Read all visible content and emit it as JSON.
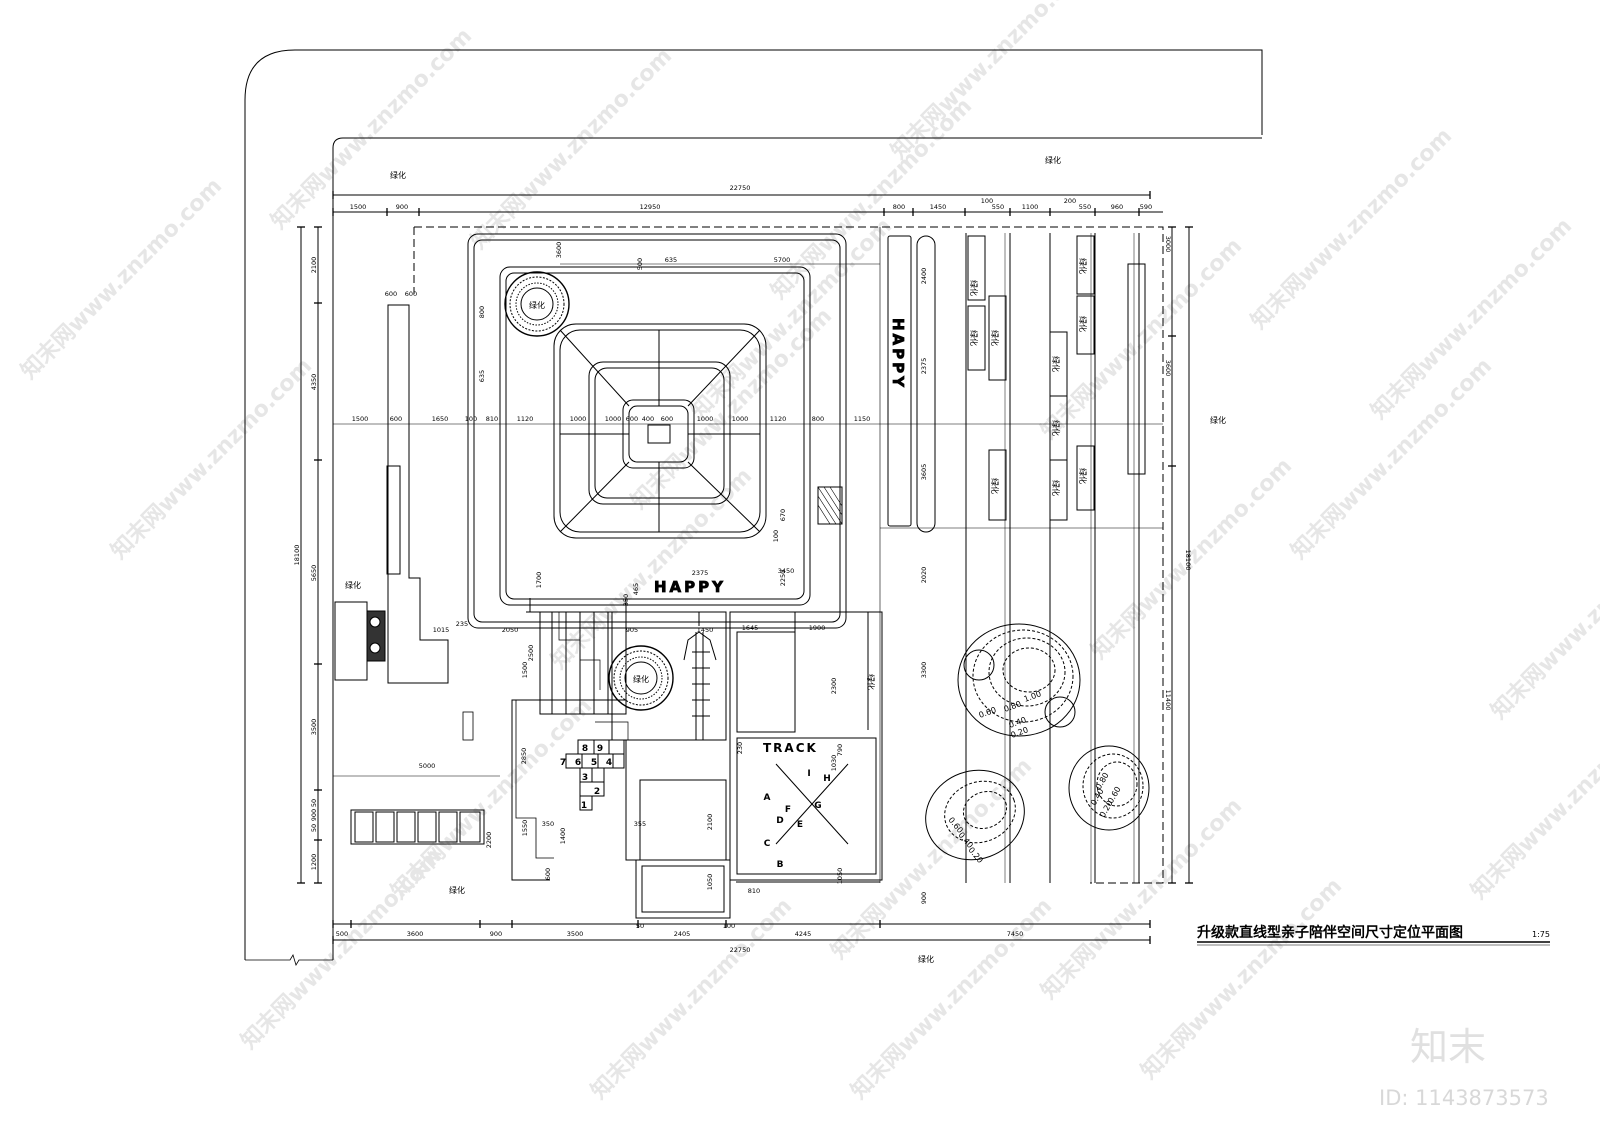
{
  "title": {
    "text": "升级款直线型亲子陪伴空间尺寸定位平面图",
    "scale": "1:75"
  },
  "labels": {
    "greenery": "绿化",
    "happy_horizontal": "HAPPY",
    "happy_vertical": "HAPPY",
    "track": "TRACK",
    "hop_numbers": [
      "1",
      "2",
      "3",
      "4",
      "5",
      "6",
      "7",
      "8",
      "9"
    ],
    "track_letters": [
      "A",
      "B",
      "C",
      "D",
      "E",
      "F",
      "G",
      "H",
      "I"
    ],
    "contours_left": [
      "0.60",
      "0.40",
      "0.20"
    ],
    "contours_center": [
      "0.60",
      "0.80",
      "1.00",
      "0.40",
      "0.20"
    ],
    "contours_right": [
      "0.80",
      "0.60",
      "0.40",
      "0.20"
    ]
  },
  "dimensions": {
    "overall": "22750",
    "top_row": [
      "1500",
      "900",
      "12950",
      "800",
      "1450",
      "100",
      "550",
      "1100",
      "200",
      "550",
      "960",
      "590"
    ],
    "mid_row": [
      "1500",
      "600",
      "1650",
      "100",
      "810",
      "1120",
      "1000",
      "1000",
      "600",
      "400",
      "600",
      "1000",
      "1000",
      "1120",
      "800",
      "1150"
    ],
    "bottom_row": [
      "500",
      "3600",
      "900",
      "3500",
      "50",
      "2405",
      "100",
      "4245",
      "7450"
    ],
    "left_col": [
      "2100",
      "4350",
      "18100",
      "5650",
      "3500",
      "50",
      "900",
      "50",
      "1200"
    ],
    "right_col": [
      "3000",
      "3600",
      "11400",
      "18100"
    ],
    "center_col": [
      "2400",
      "2375",
      "3605",
      "2020",
      "3300",
      "900"
    ],
    "misc": [
      "635",
      "5700",
      "500",
      "3600",
      "800",
      "600",
      "600",
      "635",
      "2375",
      "3450",
      "2250",
      "465",
      "350",
      "1700",
      "1015",
      "235",
      "2050",
      "905",
      "1450",
      "1645",
      "1900",
      "2300",
      "1030",
      "2500",
      "1500",
      "2850",
      "2200",
      "1550",
      "1400",
      "600",
      "350",
      "355",
      "5000",
      "2100",
      "1050",
      "810",
      "230",
      "790",
      "1050",
      "670",
      "100"
    ]
  },
  "watermark": {
    "site": "知末网www.znzmo.com",
    "brand": "知末",
    "id": "ID: 1143873573"
  }
}
